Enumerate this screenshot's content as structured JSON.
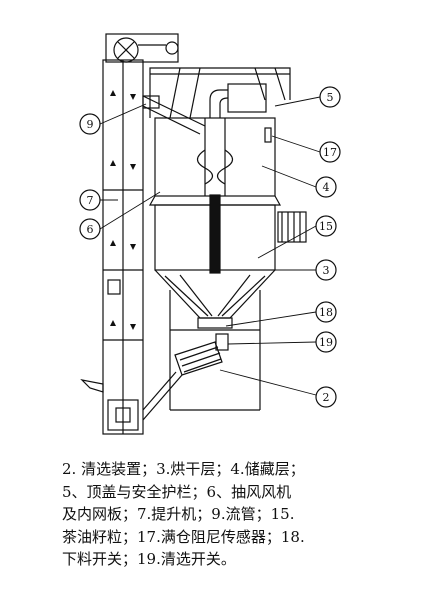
{
  "callouts": {
    "c2": "2",
    "c3": "3",
    "c4": "4",
    "c5": "5",
    "c6": "6",
    "c7": "7",
    "c9": "9",
    "c15": "15",
    "c17": "17",
    "c18": "18",
    "c19": "19"
  },
  "caption": {
    "lines": [
      "2. 清选装置；3.烘干层；4.储藏层；",
      "5、顶盖与安全护栏；6、抽风风机",
      "及内网板；7.提升机；9.流管；15.",
      "茶油籽粒；17.满仓阻尼传感器；18.",
      "下料开关；19.清选开关。"
    ]
  }
}
